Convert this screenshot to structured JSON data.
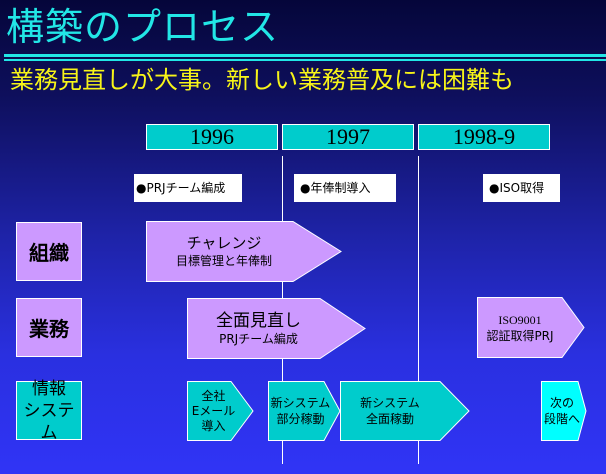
{
  "header": {
    "title": "構築のプロセス",
    "subtitle": "業務見直しが大事。新しい業務普及には困難も"
  },
  "timeline": {
    "years": [
      "1996",
      "1997",
      "1998-9"
    ],
    "milestones": [
      "●PRJチーム編成",
      "●年俸制導入",
      "●ISO取得"
    ]
  },
  "rows": [
    {
      "label": "組織",
      "arrows": [
        {
          "line1": "チャレンジ",
          "line2": "目標管理と年俸制"
        }
      ]
    },
    {
      "label": "業務",
      "arrows": [
        {
          "line1": "全面見直し",
          "line2": "PRJチーム編成"
        },
        {
          "line1": "ISO9001",
          "line2": "認証取得PRJ"
        }
      ]
    },
    {
      "label_line1": "情報",
      "label_line2": "システム",
      "arrows": [
        {
          "line1": "全社",
          "line2": "Eメール",
          "line3": "導入"
        },
        {
          "line1": "新システム",
          "line2": "部分稼動"
        },
        {
          "line1": "新システム",
          "line2": "全面稼動"
        },
        {
          "line1": "次の",
          "line2": "段階へ"
        }
      ]
    }
  ],
  "colors": {
    "title": "#22e6e6",
    "subtitle": "#f7f418",
    "year_box": "#00cccc",
    "lavender": "#cc99ff",
    "teal": "#00cccc",
    "cyan": "#00ffff"
  }
}
